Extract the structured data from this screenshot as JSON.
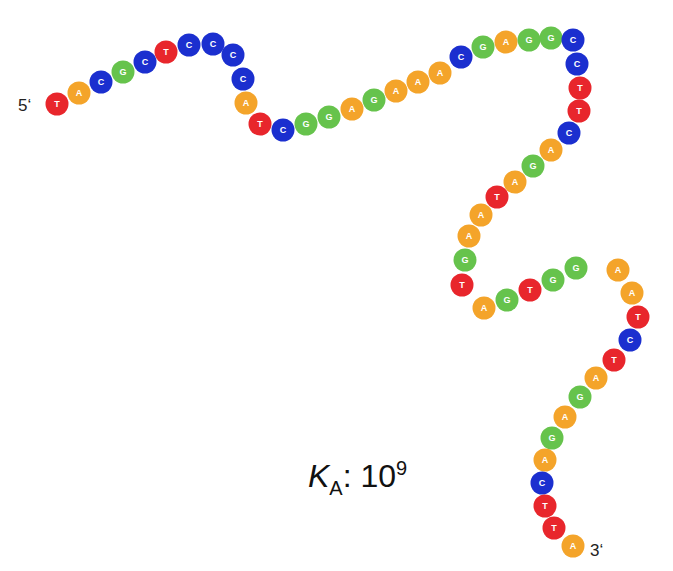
{
  "diagram": {
    "labels": [
      "5‘",
      "T",
      "A",
      "C",
      "G",
      "C",
      "T",
      "C",
      "C",
      "C",
      "C",
      "A",
      "T",
      "C",
      "G",
      "G",
      "A",
      "G",
      "A",
      "A",
      "A",
      "C",
      "G",
      "A",
      "G",
      "G",
      "C",
      "C",
      "T",
      "T",
      "C",
      "A",
      "G",
      "A",
      "T",
      "A",
      "A",
      "G",
      "T",
      "A",
      "G",
      "T",
      "G",
      "G",
      "A",
      "A",
      "T",
      "C",
      "T",
      "A",
      "G",
      "A",
      "G",
      "A",
      "C",
      "T",
      "T",
      "A",
      "3‘",
      "K",
      "A",
      ": 10",
      "9"
    ]
  }
}
